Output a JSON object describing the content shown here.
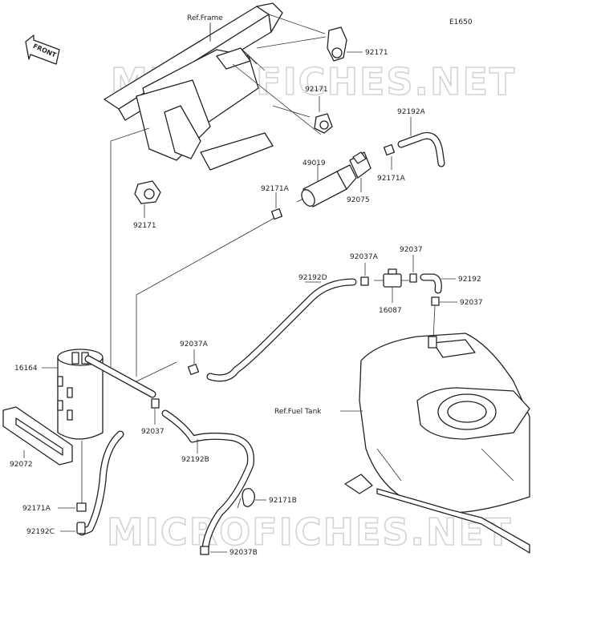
{
  "diagram_code": "E1650",
  "watermark": "MICROFICHES.NET",
  "front_arrow_label": "FRONT",
  "refs": {
    "frame": "Ref.Frame",
    "fuel_tank": "Ref.Fuel Tank"
  },
  "parts": {
    "p92171_top": "92171",
    "p92171_mid": "92171",
    "p92171_left": "92171",
    "p92192A": "92192A",
    "p92171A_right": "92171A",
    "p49019": "49019",
    "p92171A_mid": "92171A",
    "p92075": "92075",
    "p92037A_top": "92037A",
    "p92037_top": "92037",
    "p92192D": "92192D",
    "p92192": "92192",
    "p92037_right": "92037",
    "p16087": "16087",
    "p92037A_left": "92037A",
    "p16164": "16164",
    "p92037_mid": "92037",
    "p92072": "92072",
    "p92192B": "92192B",
    "p92171A_bottom": "92171A",
    "p92171B": "92171B",
    "p92192C": "92192C",
    "p92037B": "92037B"
  }
}
